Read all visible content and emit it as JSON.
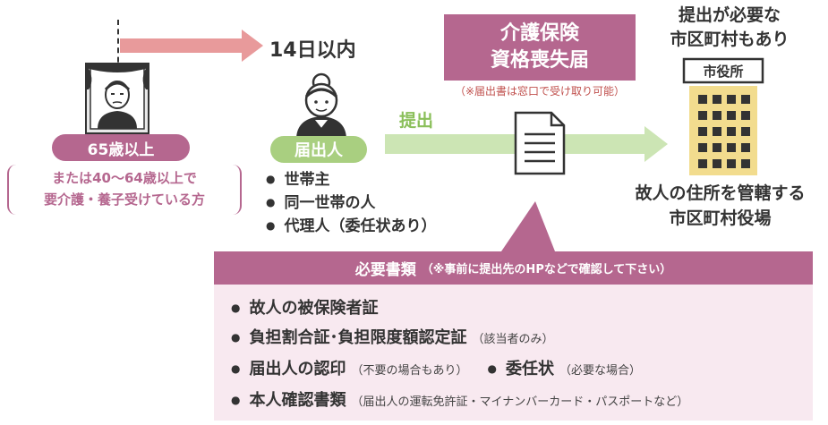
{
  "timeline": {
    "days_label": "14日以内"
  },
  "deceased": {
    "age_label": "65歳以上",
    "condition_line1": "または40〜64歳以上で",
    "condition_line2": "要介護・養子受けている方"
  },
  "applicant": {
    "label": "届出人",
    "items": [
      "世帯主",
      "同一世帯の人",
      "代理人（委任状あり）"
    ]
  },
  "submit_label": "提出",
  "form": {
    "title_line1": "介護保険",
    "title_line2": "資格喪失届",
    "note": "（※届出書は窓口で受け取り可能）"
  },
  "city": {
    "note_line1": "提出が必要な",
    "note_line2": "市区町村もあり",
    "sign": "市役所",
    "label_line1": "故人の住所を管轄する",
    "label_line2": "市区町村役場"
  },
  "required_docs": {
    "title": "必要書類",
    "note": "（※事前に提出先のHPなどで確認して下さい）",
    "bullet": "●",
    "items": [
      {
        "label": "故人の被保険者証",
        "sub": ""
      },
      {
        "label": "負担割合証･負担限度額認定証",
        "sub": "（該当者のみ）"
      },
      {
        "label": "届出人の認印",
        "sub": "（不要の場合もあり）"
      },
      {
        "label": "本人確認書類",
        "sub": "（届出人の運転免許証・マイナンバーカード・パスポートなど）"
      }
    ],
    "extra_item": {
      "label": "委任状",
      "sub": "（必要な場合）"
    }
  },
  "colors": {
    "mauve": "#b5678f",
    "pink_arrow": "#e89a9b",
    "green": "#a9cf80",
    "light_green": "#cce5b4",
    "pale_pink": "#f8e9f0",
    "building_yellow": "#f2dc8e"
  }
}
